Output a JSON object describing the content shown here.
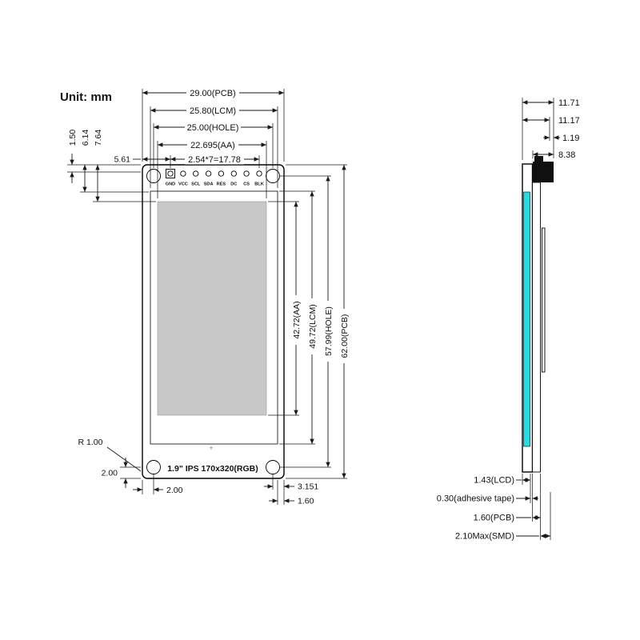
{
  "title": {
    "unit_label": "Unit: mm"
  },
  "colors": {
    "lcd": "#1cdfe8",
    "screen_gray": "#c8c8c8",
    "connector": "#101010"
  },
  "front_view": {
    "top_dims": {
      "pcb_width": "29.00(PCB)",
      "lcm_width": "25.80(LCM)",
      "hole_width": "25.00(HOLE)",
      "aa_width": "22.695(AA)",
      "pin_pitch": "2.54*7=17.78"
    },
    "pins": [
      "GND",
      "VCC",
      "SCL",
      "SDA",
      "RES",
      "DC",
      "CS",
      "BLK"
    ],
    "left_dims": {
      "d1": "1.50",
      "d2": "6.14",
      "d3": "7.64",
      "edge_to_pin": "5.61"
    },
    "right_dims": {
      "aa_height": "42.72(AA)",
      "lcm_height": "49.72(LCM)",
      "hole_height": "57.99(HOLE)",
      "pcb_height": "62.00(PCB)"
    },
    "bottom_dims": {
      "corner_radius": "R 1.00",
      "hole_offset_y": "2.00",
      "hole_offset_x": "2.00",
      "right_offset": "3.151",
      "edge_offset": "1.60"
    },
    "screen_label": "1.9\" IPS 170x320(RGB)",
    "center_mark": "+"
  },
  "side_view": {
    "top_dims": {
      "overall": "11.71",
      "body": "11.17",
      "step": "1.19",
      "connector": "8.38"
    },
    "bottom_dims": {
      "lcd": "1.43(LCD)",
      "adhesive": "0.30(adhesive tape)",
      "pcb": "1.60(PCB)",
      "smd": "2.10Max(SMD)"
    }
  }
}
